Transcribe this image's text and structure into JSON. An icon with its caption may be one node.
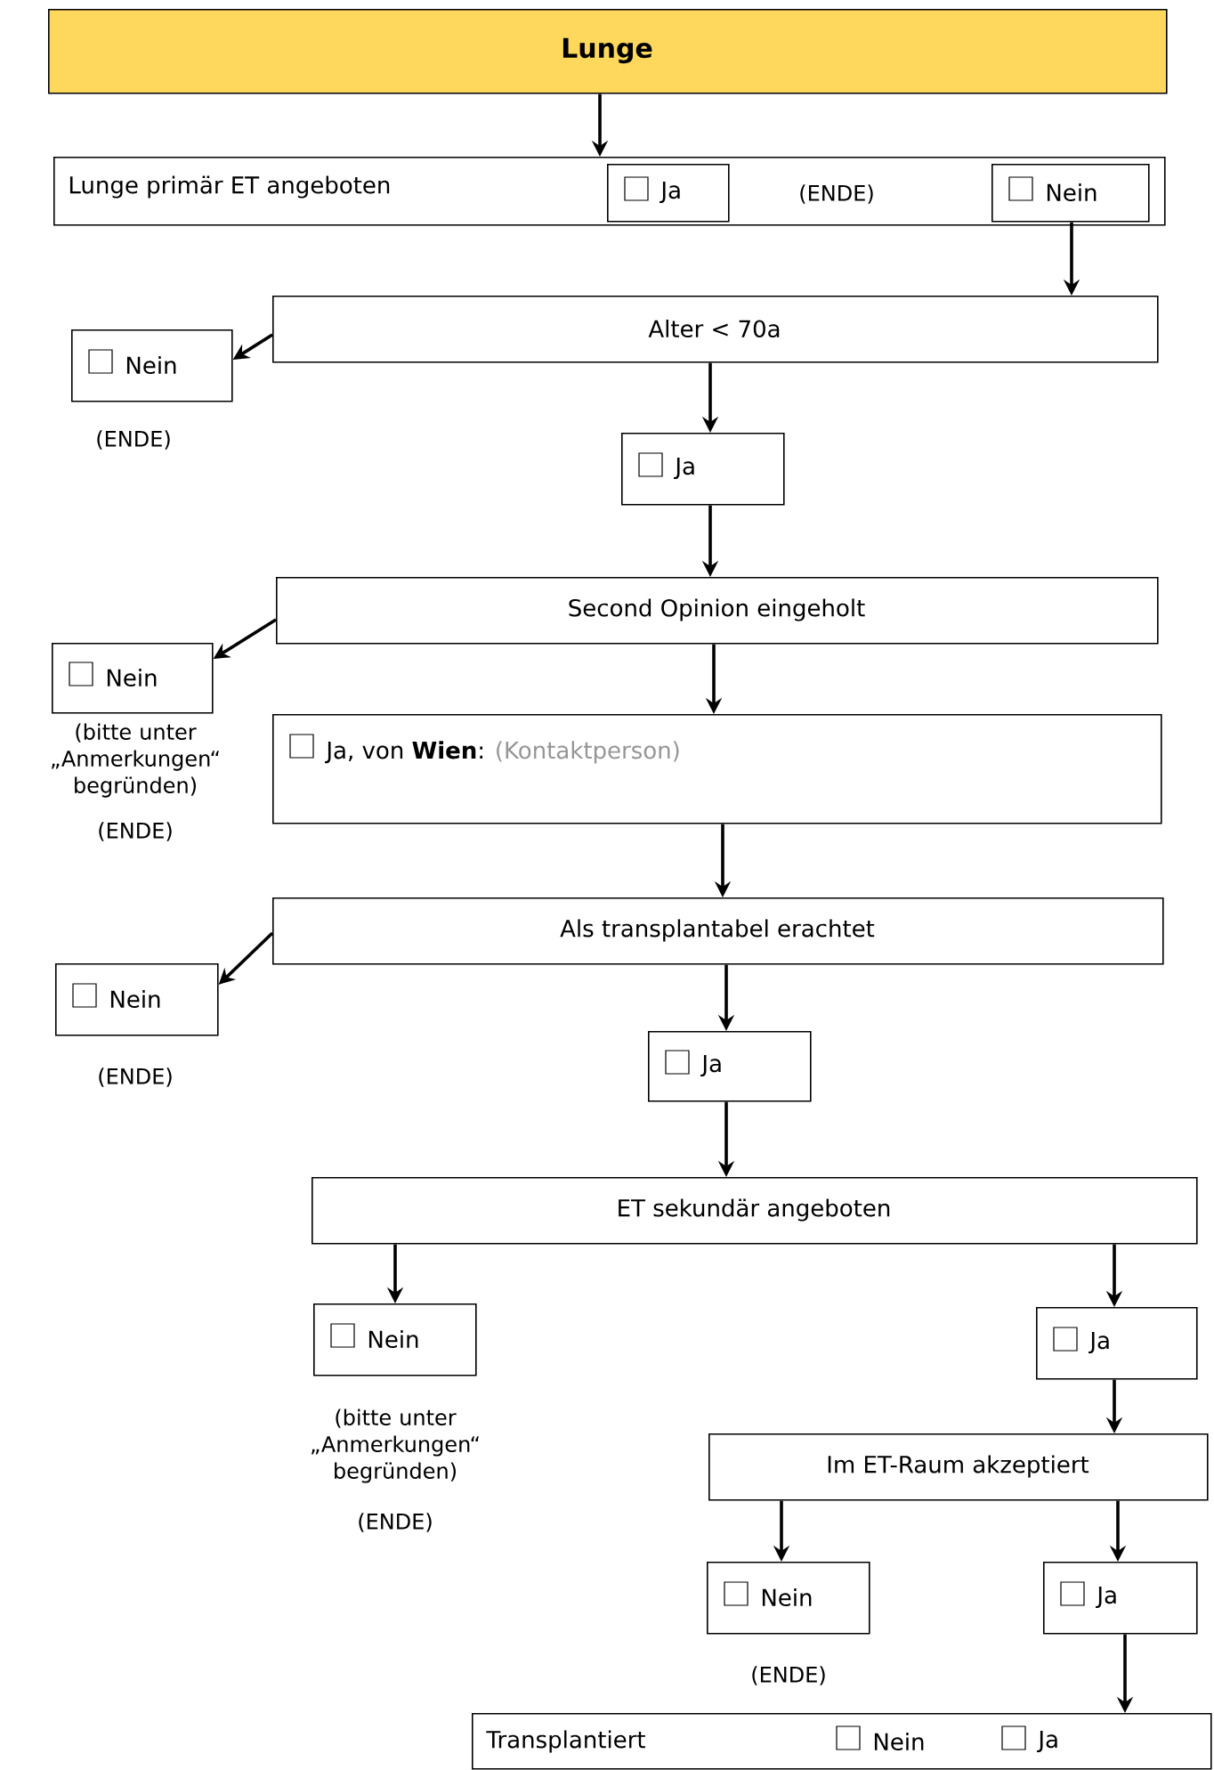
{
  "diagram": {
    "nodes": [
      {
        "text": [
          "Lunge"
        ]
      },
      {
        "text": [
          "Lunge primär ET angeboten"
        ]
      },
      {
        "text": [
          "Ja"
        ],
        "in": 1,
        "beside": [
          "(ENDE)"
        ]
      },
      {
        "text": [
          "Nein"
        ],
        "in": 1
      },
      {
        "text": [
          "Alter < 70a"
        ]
      },
      {
        "text": [
          "Nein"
        ],
        "beside": [
          "(ENDE)"
        ]
      },
      {
        "text": [
          "Ja"
        ]
      },
      {
        "text": [
          "Second Opinion eingeholt"
        ]
      },
      {
        "text": [
          "Nein"
        ],
        "beside": [
          "(bitte unter „Anmerkungen“ begründen)",
          "(ENDE)"
        ]
      },
      {
        "text": [
          "Ja, von **Wien**:",
          "(Kontaktperson)"
        ]
      },
      {
        "text": [
          "Als transplantabel erachtet"
        ]
      },
      {
        "text": [
          "Nein"
        ],
        "beside": [
          "(ENDE)"
        ]
      },
      {
        "text": [
          "Ja"
        ]
      },
      {
        "text": [
          "ET sekundär angeboten"
        ]
      },
      {
        "text": [
          "Nein"
        ],
        "beside": [
          "(bitte unter „Anmerkungen“ begründen)",
          "(ENDE)"
        ]
      },
      {
        "text": [
          "Ja"
        ]
      },
      {
        "text": [
          "Im ET-Raum akzeptiert"
        ]
      },
      {
        "text": [
          "Nein"
        ],
        "beside": [
          "(ENDE)"
        ]
      },
      {
        "text": [
          "Ja"
        ]
      },
      {
        "text": [
          "Transplantiert",
          "Nein",
          "Ja"
        ]
      }
    ],
    "edges": [
      {
        "from": 0,
        "to": 1,
        "arrow": "to"
      },
      {
        "from": 3,
        "to": 4,
        "arrow": "to"
      },
      {
        "from": 4,
        "to": 5,
        "arrow": "to"
      },
      {
        "from": 4,
        "to": 6,
        "arrow": "to"
      },
      {
        "from": 6,
        "to": 7,
        "arrow": "to"
      },
      {
        "from": 7,
        "to": 8,
        "arrow": "to"
      },
      {
        "from": 7,
        "to": 9,
        "arrow": "to"
      },
      {
        "from": 9,
        "to": 10,
        "arrow": "to"
      },
      {
        "from": 10,
        "to": 11,
        "arrow": "to"
      },
      {
        "from": 10,
        "to": 12,
        "arrow": "to"
      },
      {
        "from": 12,
        "to": 13,
        "arrow": "to"
      },
      {
        "from": 13,
        "to": 14,
        "arrow": "to"
      },
      {
        "from": 13,
        "to": 15,
        "arrow": "to"
      },
      {
        "from": 15,
        "to": 16,
        "arrow": "to"
      },
      {
        "from": 16,
        "to": 17,
        "arrow": "to"
      },
      {
        "from": 16,
        "to": 18,
        "arrow": "to"
      },
      {
        "from": 18,
        "to": 19,
        "arrow": "to"
      }
    ]
  }
}
